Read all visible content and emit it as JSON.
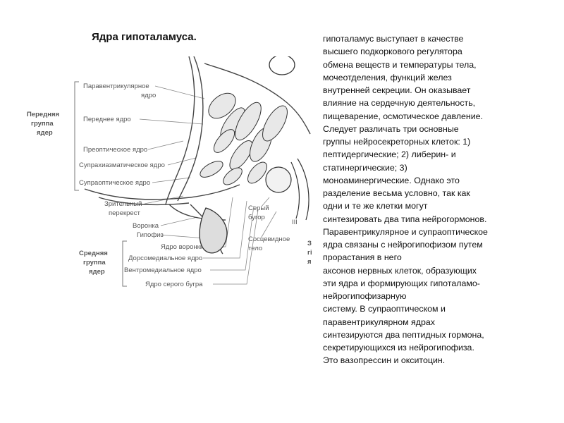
{
  "title": "Ядра гипоталамуса.",
  "description_lines": [
    "гипоталамус выступает в качестве",
    "высшего подкоркового регулятора",
    "обмена веществ и температуры тела,",
    "мочеотделения, функций желез",
    "внутренней секреции. Он оказывает",
    "влияние на сердечную деятельность,",
    "пищеварение, осмотическое давление.",
    "Следует различать три основные",
    "группы нейросекреторных клеток: 1)",
    "пептидергические; 2) либерин- и",
    "статинергические; 3)",
    "моноаминергические. Однако это",
    "разделение весьма условно, так как",
    "одни и те же клетки могут",
    "синтезировать два типа нейрогормонов.",
    "Паравентрикулярное и супраоптическое",
    "ядра связаны с нейрогипофизом путем",
    "прорастания в него",
    "аксонов нервных клеток, образующих",
    "эти ядра и формирующих гипоталамо-",
    "нейрогипофизарную",
    "систему. В супраоптическом и",
    "паравентрикулярном ядрах",
    "синтезируются два пептидных гормона,",
    "секретирующихся из нейрогипофиза.",
    "Это вазопрессин и окситоцин."
  ],
  "figure": {
    "group_anterior": [
      "Передняя",
      "группа",
      "ядер"
    ],
    "group_middle": [
      "Средняя",
      "группа",
      "ядер"
    ],
    "group_posterior": [
      "З",
      "гi",
      "я"
    ],
    "labels": {
      "paraventricular_1": "Паравентрикулярное",
      "paraventricular_2": "ядро",
      "anterior": "Переднее ядро",
      "preoptic": "Преоптическое ядро",
      "suprachiasmatic": "Супрахиазматическое ядро",
      "supraoptic": "Супраоптическое ядро",
      "optic_chiasm_1": "Зрительный",
      "optic_chiasm_2": "перекрест",
      "infundibulum": "Воронка",
      "hypophysis": "Гипофиз",
      "infundibular_nucleus": "Ядро воронки",
      "dorsomedial": "Дорсомедиальное ядро",
      "ventromedial": "Вентромедиальное ядро",
      "tuber_nucleus": "Ядро серого бугра",
      "tuber_cinereum_1": "Серый",
      "tuber_cinereum_2": "бугор",
      "mammillary_1": "Сосцевидное",
      "mammillary_2": "тело",
      "roman_3": "III"
    }
  }
}
